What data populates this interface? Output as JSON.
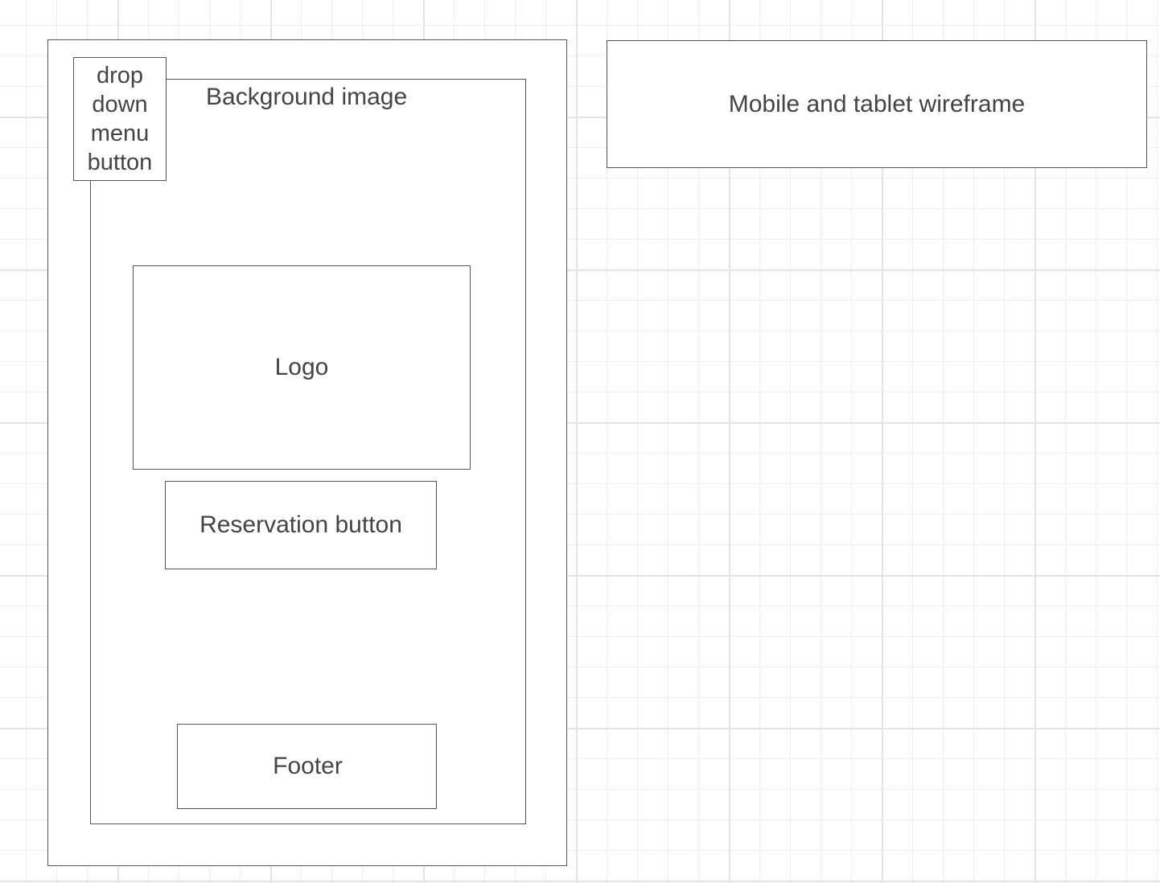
{
  "title_box": {
    "text": "Mobile and tablet wireframe"
  },
  "wireframe": {
    "background_image_label": "Background image",
    "dropdown_menu_button": "drop down menu button",
    "logo": "Logo",
    "reservation_button": "Reservation button",
    "footer": "Footer"
  },
  "colors": {
    "canvas": "#ffffff",
    "grid_major": "#e4e4e4",
    "grid_minor": "#efefef",
    "stroke": "#555555",
    "text": "#444444"
  }
}
